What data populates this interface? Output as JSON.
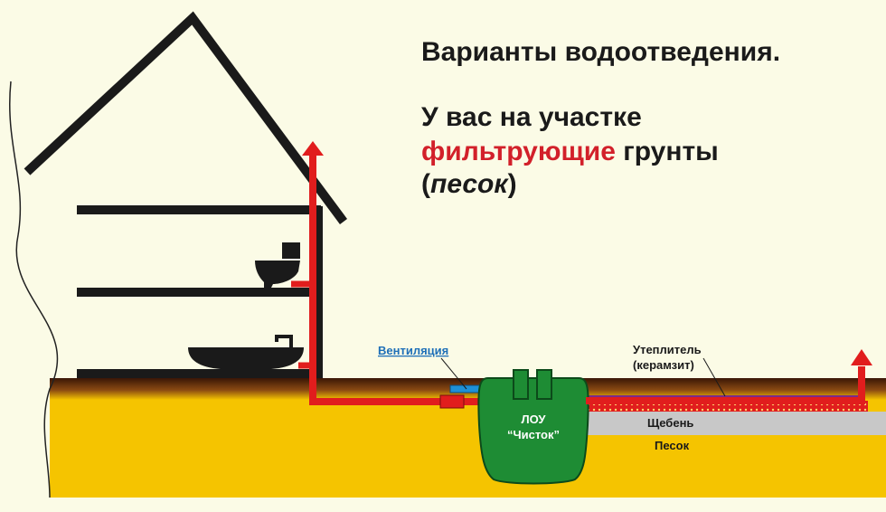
{
  "heading": {
    "title": "Варианты водоотведения.",
    "line1": "У вас на участке",
    "highlight": "фильтрующие",
    "line2_rest": " грунты",
    "paren_open": "(",
    "sand_word": "песок",
    "paren_close": ")"
  },
  "labels": {
    "ventilation": "Вентиляция",
    "insulation_line1": "Утеплитель",
    "insulation_line2": "(керамзит)",
    "gravel": "Щебень",
    "sand": "Песок",
    "tank_line1": "ЛОУ",
    "tank_line2": "“Чисток”"
  },
  "colors": {
    "background": "#fbfbe6",
    "soil": "#f5c400",
    "topsoil": "#4a1f0a",
    "pipe": "#e11d1d",
    "tank": "#1e8c34",
    "ventilation": "#1e90d6",
    "insulation": "#7b2a8a",
    "gravel": "#c8c8c8",
    "highlight_text": "#d2202a"
  },
  "icons": [
    "toilet-icon",
    "bathtub-icon",
    "vent-arrow-icon",
    "outlet-arrow-icon"
  ]
}
